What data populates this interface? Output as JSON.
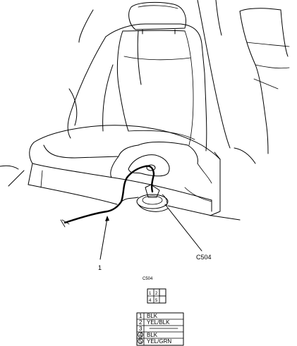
{
  "callouts": {
    "item_number": "1",
    "connector_ref": "C504"
  },
  "connector": {
    "label": "C504",
    "face_terminals": [
      "1",
      "2",
      "4",
      "5"
    ],
    "pin_table": [
      {
        "pin": "1",
        "wire": "BLK"
      },
      {
        "pin": "2",
        "wire": "YEL/BLK"
      },
      {
        "pin": "3",
        "wire": ""
      },
      {
        "pin": "4",
        "wire": "BLK"
      },
      {
        "pin": "5",
        "wire": "YEL/GRN"
      }
    ]
  }
}
